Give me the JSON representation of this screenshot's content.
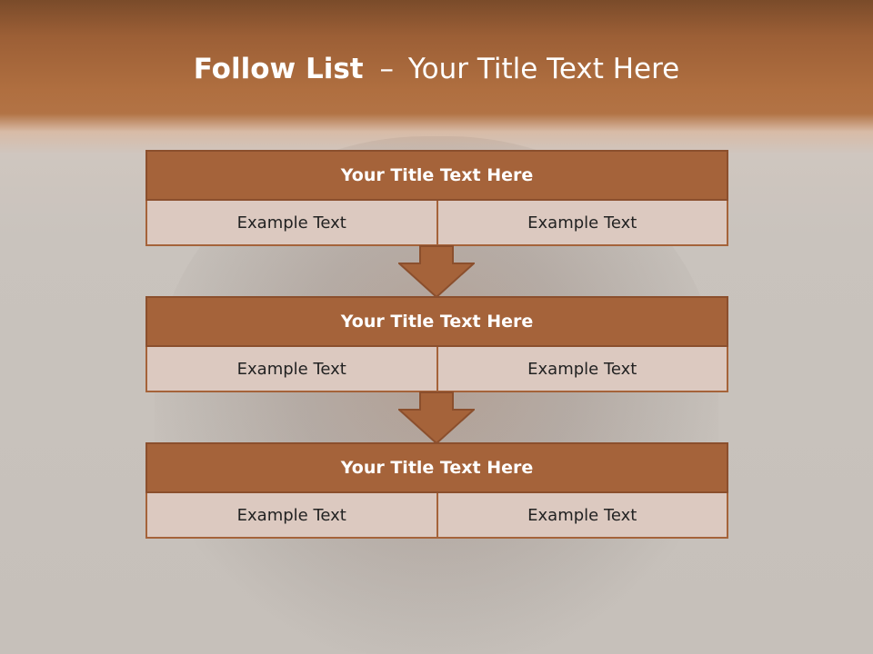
{
  "slide": {
    "title_strong": "Follow List",
    "title_separator": "–",
    "title_rest": "Your Title Text Here"
  },
  "blocks": [
    {
      "header": "Your Title Text Here",
      "cells": [
        "Example Text",
        "Example Text"
      ]
    },
    {
      "header": "Your Title Text Here",
      "cells": [
        "Example Text",
        "Example Text"
      ]
    },
    {
      "header": "Your Title Text Here",
      "cells": [
        "Example Text",
        "Example Text"
      ]
    }
  ],
  "colors": {
    "header_fill": "#a5633a",
    "cell_fill": "#dcc9c0",
    "top_band": "#b06f40"
  },
  "icons": {
    "connector": "down-arrow-icon"
  }
}
